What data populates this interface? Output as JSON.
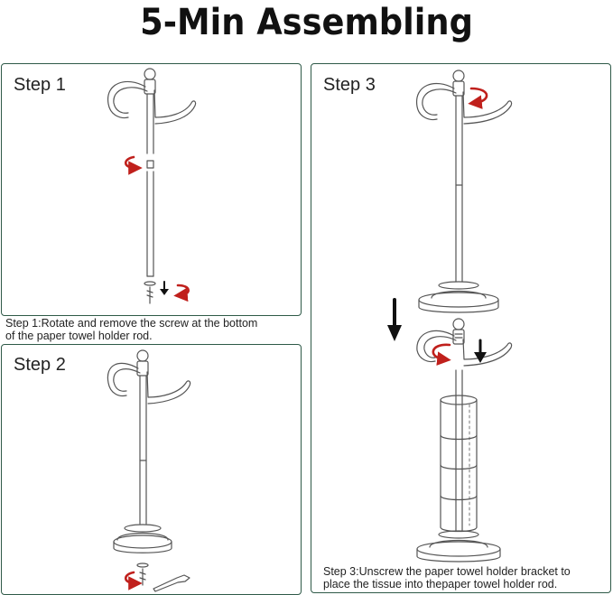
{
  "header": {
    "title": "5-Min Assembling"
  },
  "steps": [
    {
      "label": "Step 1",
      "caption_line1": "Step 1:Rotate and remove the screw at the bottom",
      "caption_line2": "of the paper towel holder rod."
    },
    {
      "label": "Step 2"
    },
    {
      "label": "Step 3",
      "caption_line1": "Step 3:Unscrew the paper towel holder bracket to",
      "caption_line2": "place the tissue into thepaper towel holder rod."
    }
  ],
  "colors": {
    "panel_border": "#2f5a48",
    "rotate_arrow": "#c0201c",
    "line_art": "#555555"
  }
}
